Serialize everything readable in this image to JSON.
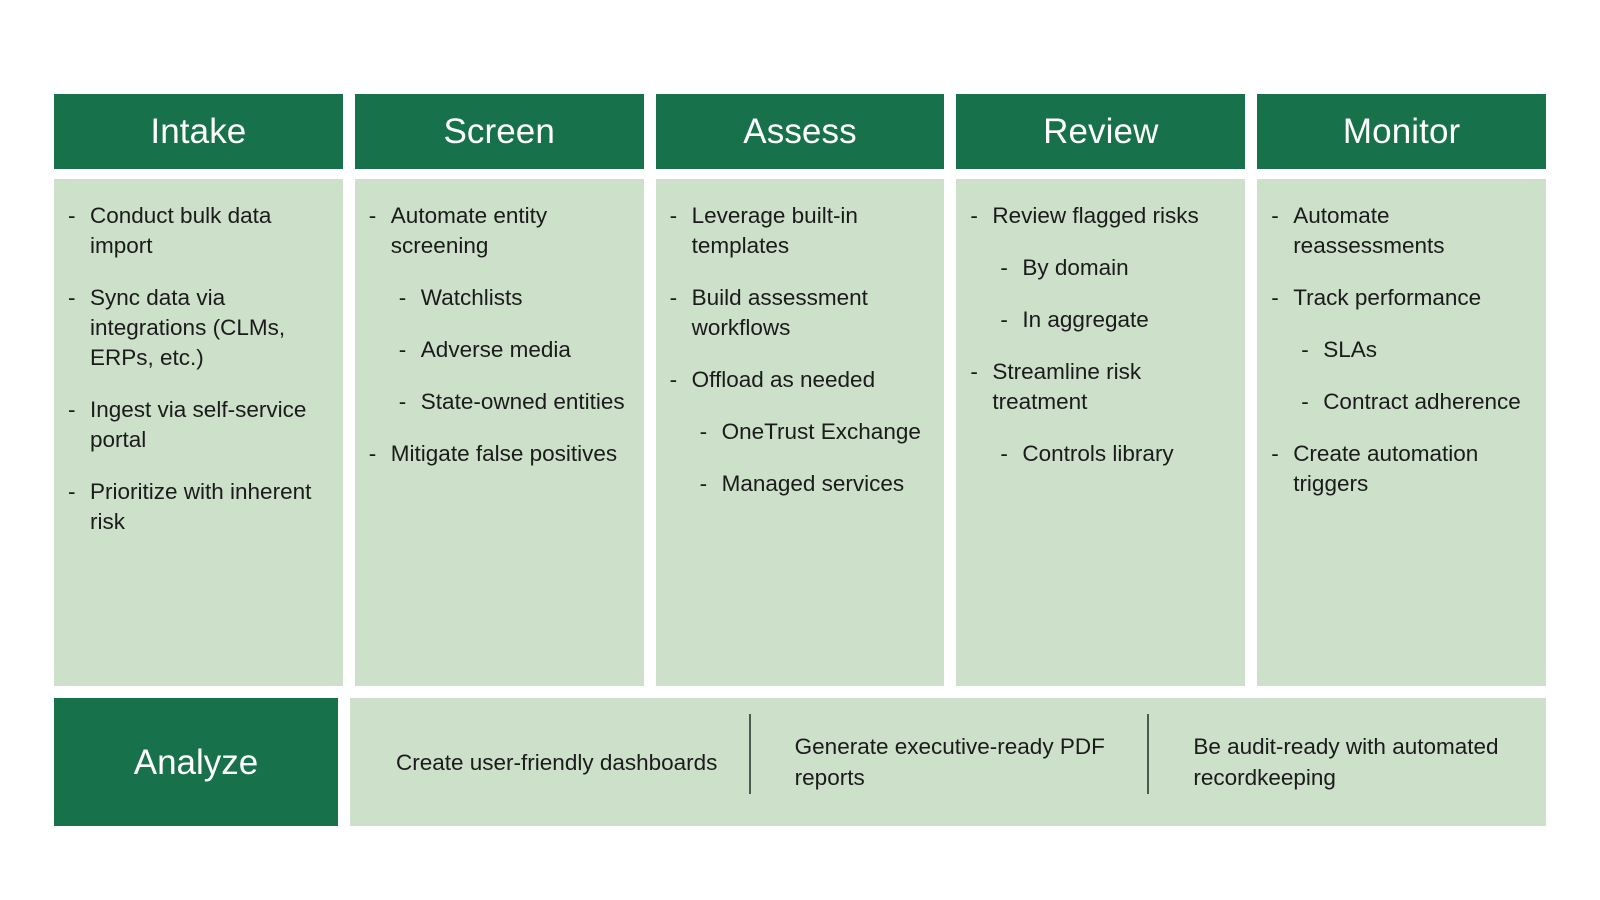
{
  "colors": {
    "header_green": "#17714a",
    "body_green": "#cce0ca",
    "text_dark": "#1b1b1b",
    "text_light": "#ffffff",
    "divider": "#4d5a50",
    "background": "#ffffff"
  },
  "diagram": {
    "type": "process-stage-diagram",
    "bullet_marker": "-",
    "stages": [
      {
        "title": "Intake",
        "items": [
          {
            "level": 1,
            "text": "Conduct bulk data import"
          },
          {
            "level": 1,
            "text": "Sync data via integrations (CLMs, ERPs, etc.)"
          },
          {
            "level": 1,
            "text": "Ingest via self-service portal"
          },
          {
            "level": 1,
            "text": "Prioritize with inherent risk"
          }
        ]
      },
      {
        "title": "Screen",
        "items": [
          {
            "level": 1,
            "text": "Automate entity screening"
          },
          {
            "level": 2,
            "text": "Watchlists"
          },
          {
            "level": 2,
            "text": "Adverse media"
          },
          {
            "level": 2,
            "text": "State-owned entities"
          },
          {
            "level": 1,
            "text": "Mitigate false positives"
          }
        ]
      },
      {
        "title": "Assess",
        "items": [
          {
            "level": 1,
            "text": "Leverage built-in templates"
          },
          {
            "level": 1,
            "text": "Build assessment workflows"
          },
          {
            "level": 1,
            "text": "Offload as needed"
          },
          {
            "level": 2,
            "text": "OneTrust Exchange"
          },
          {
            "level": 2,
            "text": "Managed services"
          }
        ]
      },
      {
        "title": "Review",
        "items": [
          {
            "level": 1,
            "text": "Review flagged risks"
          },
          {
            "level": 2,
            "text": "By domain"
          },
          {
            "level": 2,
            "text": "In aggregate"
          },
          {
            "level": 1,
            "text": "Streamline risk treatment"
          },
          {
            "level": 2,
            "text": "Controls library"
          }
        ]
      },
      {
        "title": "Monitor",
        "items": [
          {
            "level": 1,
            "text": "Automate reassessments"
          },
          {
            "level": 1,
            "text": "Track performance"
          },
          {
            "level": 2,
            "text": "SLAs"
          },
          {
            "level": 2,
            "text": "Contract adherence"
          },
          {
            "level": 1,
            "text": "Create automation triggers"
          }
        ]
      }
    ],
    "footer": {
      "label": "Analyze",
      "items": [
        "Create user-friendly dashboards",
        "Generate executive-ready PDF reports",
        "Be audit-ready with automated recordkeeping"
      ]
    }
  }
}
